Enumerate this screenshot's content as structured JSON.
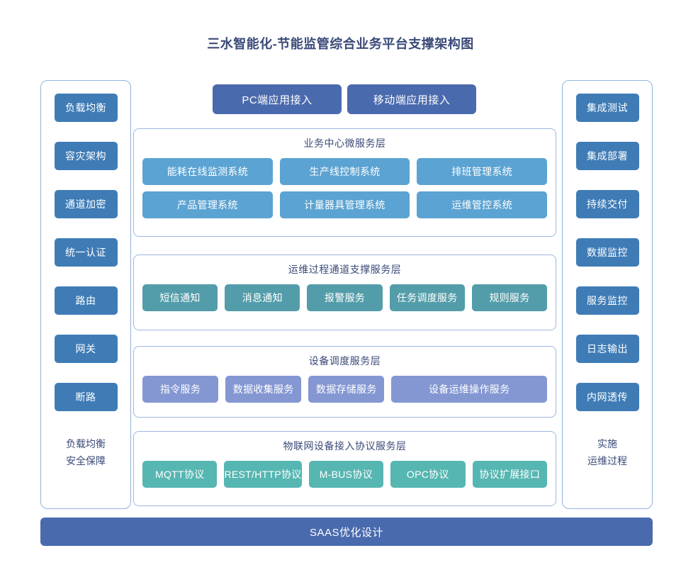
{
  "page": {
    "title": "三水智能化-节能监管综合业务平台支撑架构图"
  },
  "colors": {
    "title_text": "#3a4a78",
    "side_chip": "#3f7cb6",
    "side_border": "#8fb4dd",
    "top_button": "#4a6aae",
    "layer_border": "#9db6e0",
    "business_cell": "#5ba3d2",
    "ops_cell": "#539daa",
    "device_cell": "#8497d3",
    "iot_cell": "#56b6b2",
    "bottom_bar": "#4a6aae",
    "background": "#ffffff"
  },
  "top_access": {
    "pc_label": "PC端应用接入",
    "mobile_label": "移动端应用接入"
  },
  "left_column": {
    "items": [
      {
        "label": "负载均衡"
      },
      {
        "label": "容灾架构"
      },
      {
        "label": "通道加密"
      },
      {
        "label": "统一认证"
      },
      {
        "label": "路由"
      },
      {
        "label": "网关"
      },
      {
        "label": "断路"
      }
    ],
    "footer_line1": "负载均衡",
    "footer_line2": "安全保障"
  },
  "right_column": {
    "items": [
      {
        "label": "集成测试"
      },
      {
        "label": "集成部署"
      },
      {
        "label": "持续交付"
      },
      {
        "label": "数据监控"
      },
      {
        "label": "服务监控"
      },
      {
        "label": "日志输出"
      },
      {
        "label": "内网透传"
      }
    ],
    "footer_line1": "实施",
    "footer_line2": "运维过程"
  },
  "layers": {
    "business": {
      "title": "业务中心微服务层",
      "row1": [
        {
          "label": "能耗在线监测系统"
        },
        {
          "label": "生产线控制系统"
        },
        {
          "label": "排班管理系统"
        }
      ],
      "row2": [
        {
          "label": "产品管理系统"
        },
        {
          "label": "计量器具管理系统"
        },
        {
          "label": "运维管控系统"
        }
      ]
    },
    "ops": {
      "title": "运维过程通道支撑服务层",
      "items": [
        {
          "label": "短信通知"
        },
        {
          "label": "消息通知"
        },
        {
          "label": "报警服务"
        },
        {
          "label": "任务调度服务"
        },
        {
          "label": "规则服务"
        }
      ]
    },
    "device": {
      "title": "设备调度服务层",
      "items": [
        {
          "label": "指令服务",
          "wide": false
        },
        {
          "label": "数据收集服务",
          "wide": false
        },
        {
          "label": "数据存储服务",
          "wide": false
        },
        {
          "label": "设备运维操作服务",
          "wide": true
        }
      ]
    },
    "iot": {
      "title": "物联网设备接入协议服务层",
      "items": [
        {
          "label": "MQTT协议"
        },
        {
          "label": "REST/HTTP协议"
        },
        {
          "label": "M-BUS协议"
        },
        {
          "label": "OPC协议"
        },
        {
          "label": "协议扩展接口"
        }
      ]
    }
  },
  "bottom_bar": {
    "label": "SAAS优化设计"
  }
}
